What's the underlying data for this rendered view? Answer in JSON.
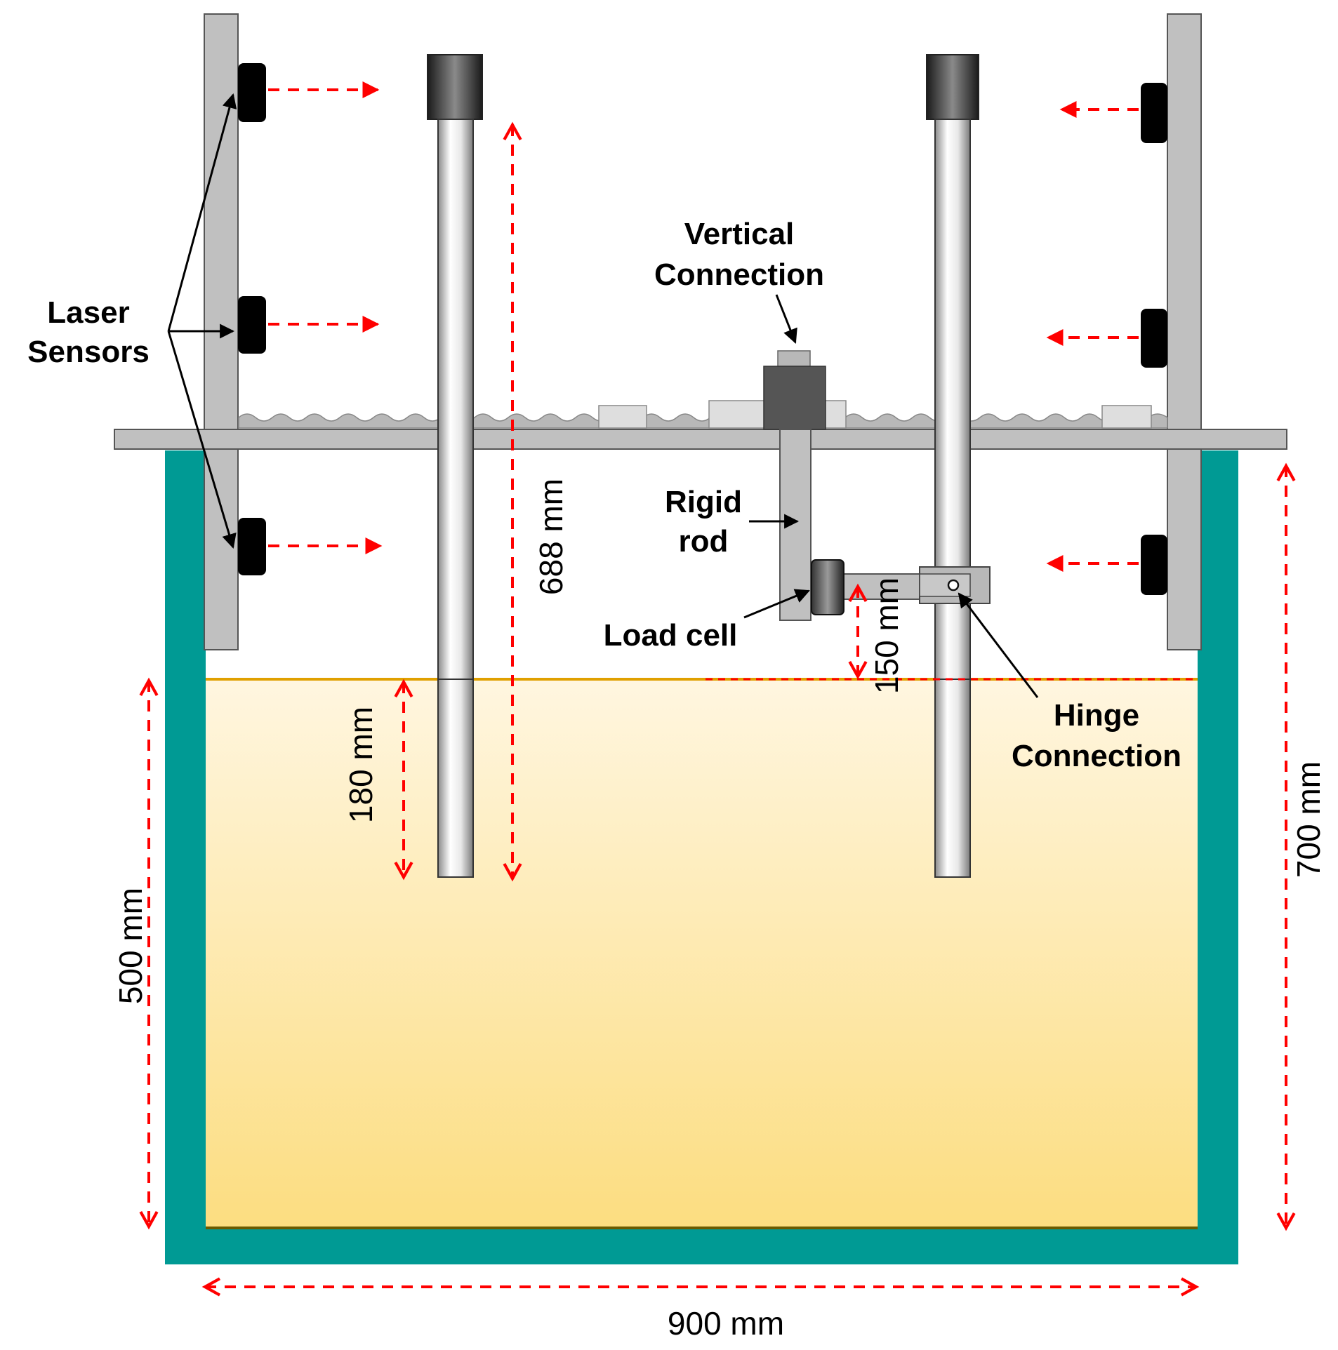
{
  "labels": {
    "laser_sensors_line1": "Laser",
    "laser_sensors_line2": "Sensors",
    "vertical_connection_line1": "Vertical",
    "vertical_connection_line2": "Connection",
    "rigid_rod_line1": "Rigid",
    "rigid_rod_line2": "rod",
    "load_cell": "Load cell",
    "hinge_connection_line1": "Hinge",
    "hinge_connection_line2": "Connection"
  },
  "dimensions": {
    "pile_length": "688 mm",
    "embedment_depth": "180 mm",
    "arm_height": "150 mm",
    "soil_depth": "500 mm",
    "tank_height": "700 mm",
    "tank_width": "900 mm"
  },
  "colors": {
    "tank_wall": "#009a94",
    "soil_top": "#fff6e0",
    "soil_bottom": "#fcdd80",
    "steel": "#c0c0c0",
    "dimension_arrows": "#ff0000",
    "sensor": "#000000"
  },
  "icons": {
    "laser_sensor": "laser-sensor-icon",
    "load_cell": "load-cell-icon",
    "hinge": "hinge-icon"
  }
}
